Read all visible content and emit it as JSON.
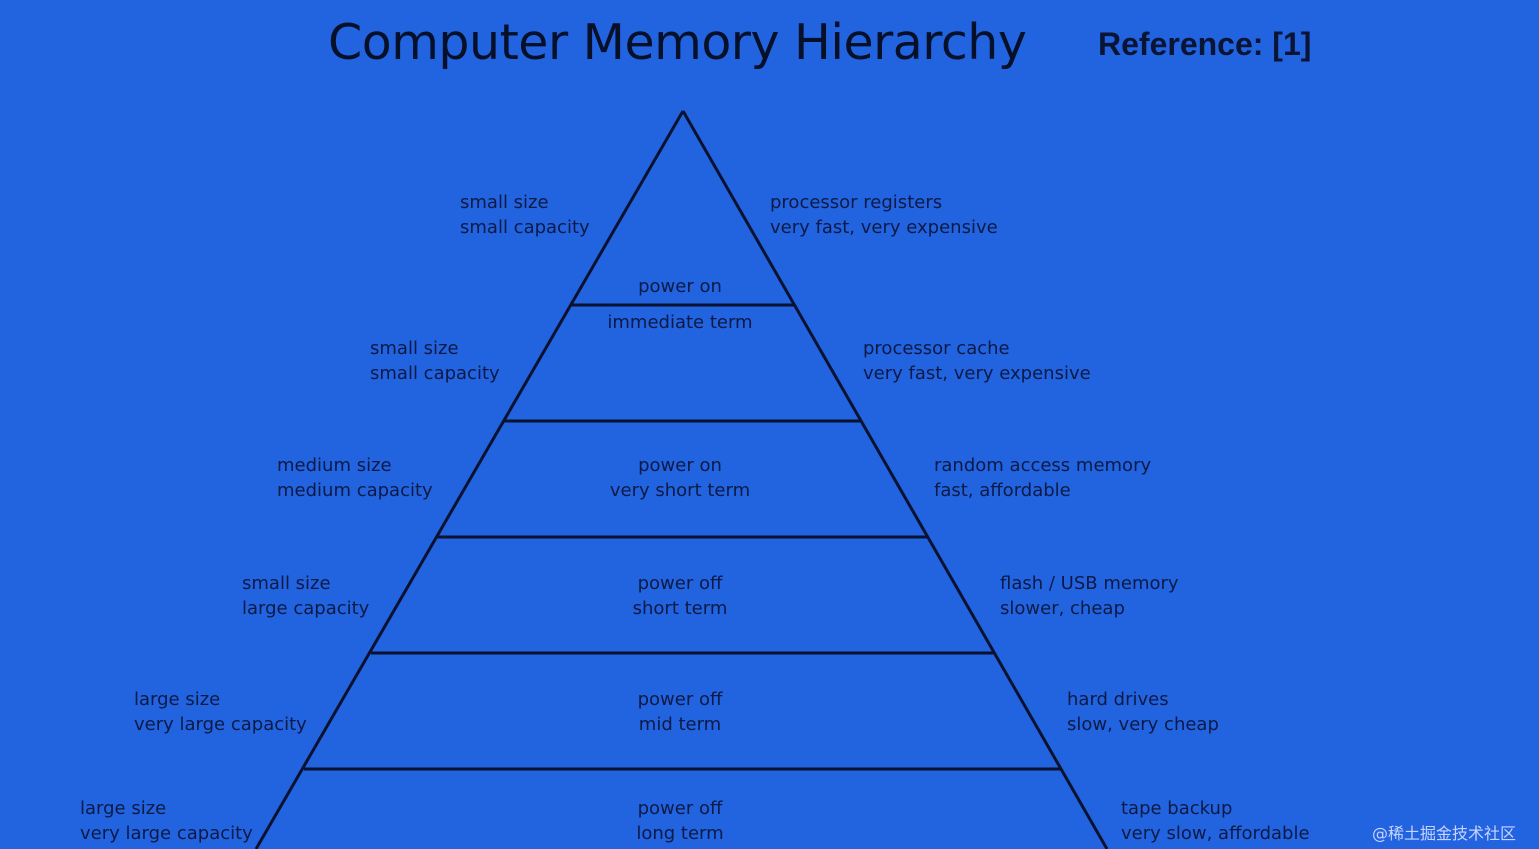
{
  "title": "Computer Memory Hierarchy",
  "reference": "Reference: [1]",
  "watermark": "@稀土掘金技术社区",
  "levels": [
    {
      "left": [
        "small size",
        "small capacity"
      ],
      "right": [
        "processor registers",
        "very fast, very expensive"
      ],
      "center": [
        "power on",
        "immediate term"
      ]
    },
    {
      "left": [
        "small size",
        "small capacity"
      ],
      "right": [
        "processor cache",
        "very fast, very expensive"
      ],
      "center": []
    },
    {
      "left": [
        "medium size",
        "medium capacity"
      ],
      "right": [
        "random access memory",
        "fast, affordable"
      ],
      "center": [
        "power on",
        "very short term"
      ]
    },
    {
      "left": [
        "small size",
        "large capacity"
      ],
      "right": [
        "flash / USB memory",
        "slower, cheap"
      ],
      "center": [
        "power off",
        "short term"
      ]
    },
    {
      "left": [
        "large size",
        "very large capacity"
      ],
      "right": [
        "hard drives",
        "slow, very cheap"
      ],
      "center": [
        "power off",
        "mid term"
      ]
    },
    {
      "left": [
        "large size",
        "very large capacity"
      ],
      "right": [
        "tape backup",
        "very slow, affordable"
      ],
      "center": [
        "power off",
        "long term"
      ]
    }
  ]
}
